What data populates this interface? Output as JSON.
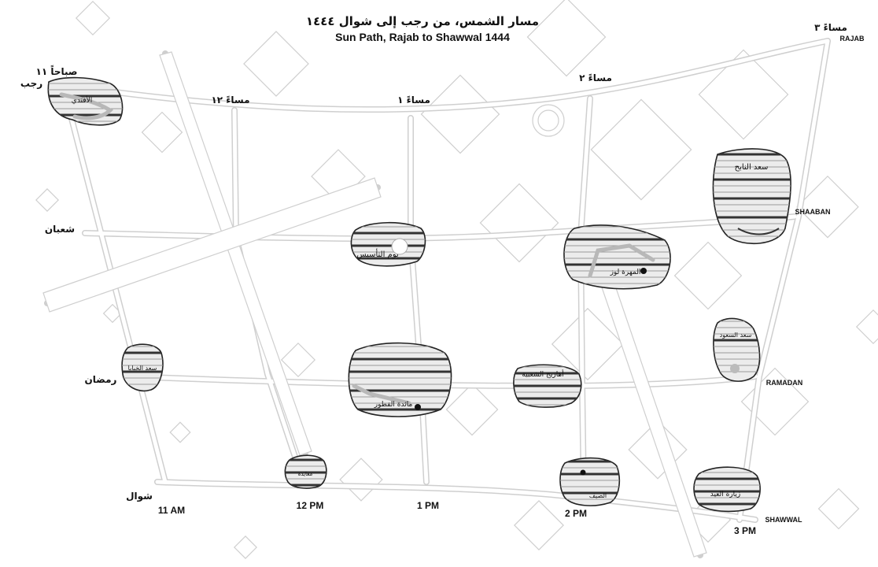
{
  "title": {
    "arabic": "مسار الشمس، من رجب إلى شوال ١٤٤٤",
    "english": "Sun Path, Rajab to Shawwal 1444"
  },
  "rows": [
    {
      "arabic": "رجب",
      "arabic_extra": "صباحاً ١١",
      "english": "RAJAB"
    },
    {
      "arabic": "شعبان",
      "english": "SHAABAN"
    },
    {
      "arabic": "رمضان",
      "english": "RAMADAN"
    },
    {
      "arabic": "شوال",
      "english": "SHAWWAL"
    }
  ],
  "top_times": [
    "مساءً ١٢",
    "مساءً ١",
    "مساءً ٢",
    "مساءً ٣"
  ],
  "bottom_times": [
    "11 AM",
    "12 PM",
    "1 PM",
    "2 PM",
    "3 PM"
  ],
  "blobs": [
    {
      "label": "الأفندي"
    },
    {
      "label": "سعد النابح"
    },
    {
      "label": "يوم التأسيس"
    },
    {
      "label": "المهرة لوز"
    },
    {
      "label": "سعد الخبايا"
    },
    {
      "label": "مائدة الفطور"
    },
    {
      "label": "أهازيج الشعبية"
    },
    {
      "label": "سعد السعود"
    },
    {
      "label": "معايدة"
    },
    {
      "label": "الصيف"
    },
    {
      "label": "زيارة العيد"
    }
  ],
  "colors": {
    "ink": "#111111",
    "road": "#cfcfcf",
    "blob_fill": "#ececec"
  }
}
